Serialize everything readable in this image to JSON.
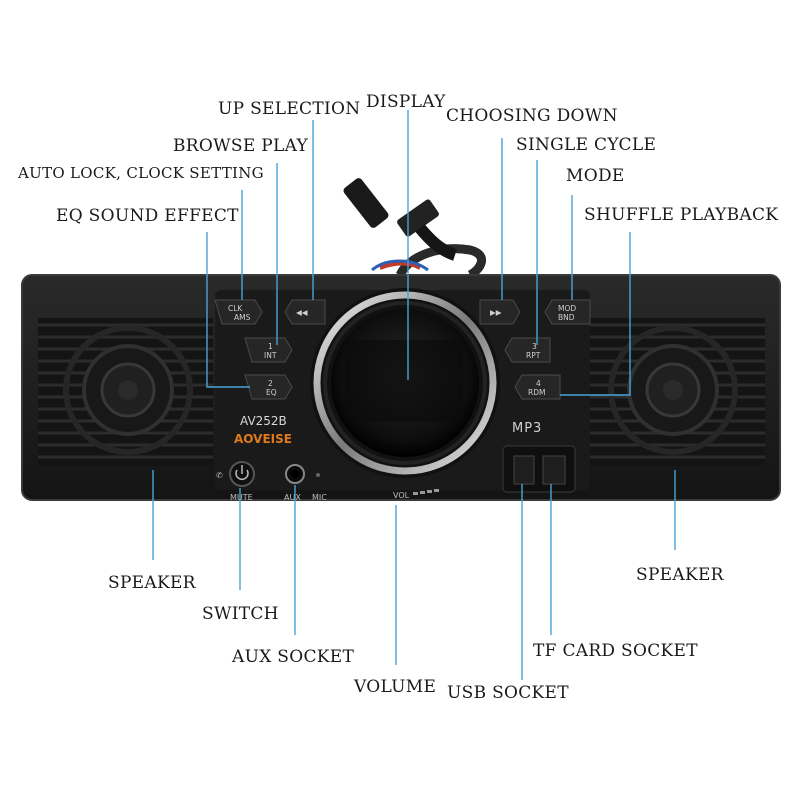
{
  "device": {
    "model": "AV252B",
    "brand": "AOVEISE",
    "mp3_badge": "MP3",
    "vol_marking": "VOL",
    "aux_marking": "AUX",
    "mic_marking": "MIC",
    "mute_marking": "MUTE",
    "buttons": {
      "clk_top": "CLK",
      "clk_bottom": "AMS",
      "int_top": "1",
      "int_bottom": "INT",
      "eq_top": "2",
      "eq_bottom": "EQ",
      "mod_top": "MOD",
      "mod_bottom": "BND",
      "rpt_top": "3",
      "rpt_bottom": "RPT",
      "rdm_top": "4",
      "rdm_bottom": "RDM"
    }
  },
  "callouts": {
    "up_selection": "UP SELECTION",
    "display": "DISPLAY",
    "choosing_down": "CHOOSING DOWN",
    "browse_play": "BROWSE PLAY",
    "single_cycle": "SINGLE CYCLE",
    "auto_lock": "AUTO LOCK, CLOCK SETTING",
    "mode": "MODE",
    "eq_sound_effect": "EQ SOUND EFFECT",
    "shuffle_playback": "SHUFFLE PLAYBACK",
    "speaker_left": "SPEAKER",
    "speaker_right": "SPEAKER",
    "switch": "SWITCH",
    "aux_socket": "AUX SOCKET",
    "volume": "VOLUME",
    "usb_socket": "USB SOCKET",
    "tf_card_socket": "TF CARD SOCKET"
  },
  "colors": {
    "leader": "#4aa3d8",
    "body": "#1c1c1c",
    "brand_orange": "#e07a1c"
  }
}
